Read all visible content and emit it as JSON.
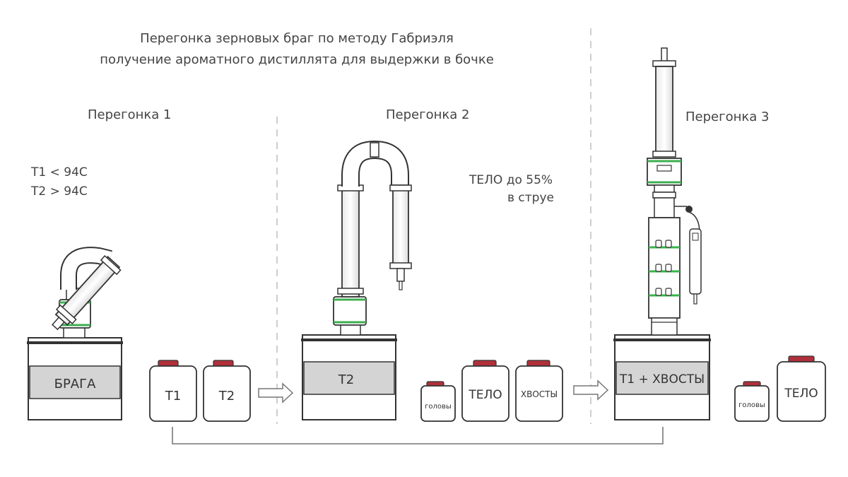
{
  "title": {
    "line1": "Перегонка зерновых браг по методу Габриэля",
    "line2": "получение ароматного дистиллята для выдержки в бочке"
  },
  "stages": [
    {
      "label": "Перегонка 1",
      "notes": [
        "T1 < 94C",
        "T2 > 94C"
      ],
      "still_label": "БРАГА",
      "jars": [
        "T1",
        "T2"
      ]
    },
    {
      "label": "Перегонка 2",
      "notes": [
        "ТЕЛО до 55%",
        "в струе"
      ],
      "still_label": "T2",
      "jars": [
        "головы",
        "ТЕЛО",
        "ХВОСТЫ"
      ]
    },
    {
      "label": "Перегонка 3",
      "still_label": "T1 + ХВОСТЫ",
      "jars": [
        "головы",
        "ТЕЛО"
      ]
    }
  ],
  "colors": {
    "outline": "#333333",
    "label_band": "#d4d4d4",
    "lid": "#b0303a",
    "coupling": "#3cae4f",
    "tray": "#39b54a"
  }
}
